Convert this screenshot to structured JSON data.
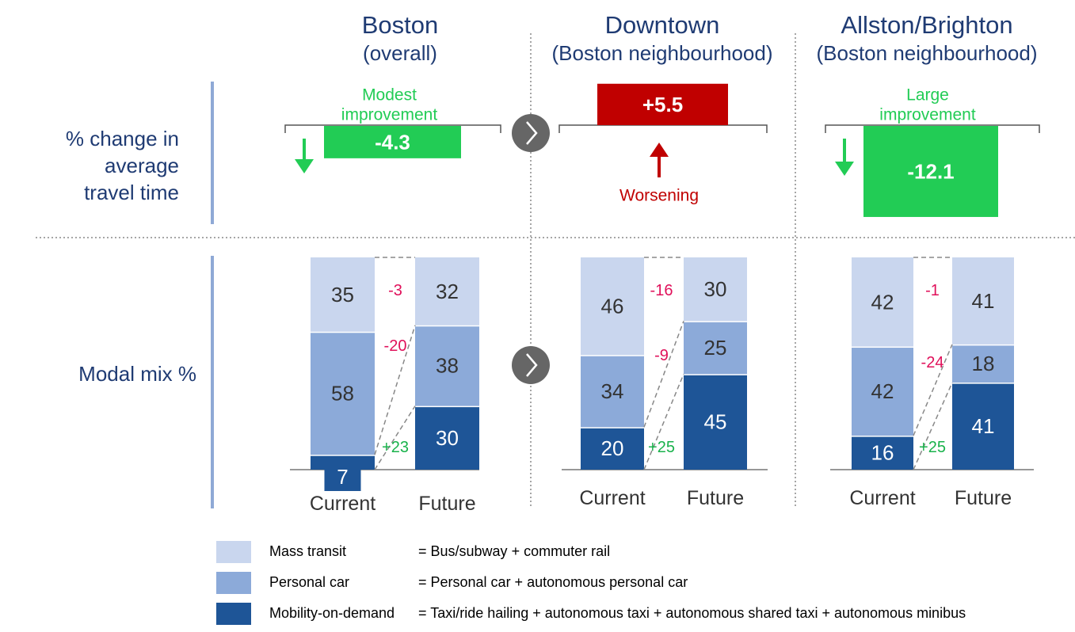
{
  "colors": {
    "mass_transit": "#c9d6ee",
    "personal_car": "#8caad9",
    "mobility_on_demand": "#1e5597",
    "improve": "#22cc55",
    "worsen": "#c00000",
    "navy": "#1f3b73",
    "delta_negative": "#e0105a",
    "delta_positive": "#19b24b"
  },
  "row_labels": {
    "travel_time": "% change in average travel time",
    "modal_mix": "Modal mix %"
  },
  "travel_time_lines": [
    "% change in",
    "average",
    "travel time"
  ],
  "legend": [
    {
      "key": "mass_transit",
      "name": "Mass transit",
      "definition": "= Bus/subway + commuter rail"
    },
    {
      "key": "personal_car",
      "name": "Personal car",
      "definition": "= Personal car + autonomous personal car"
    },
    {
      "key": "mobility_on_demand",
      "name": "Mobility-on-demand",
      "definition": "= Taxi/ride hailing  + autonomous taxi + autonomous shared taxi + autonomous minibus"
    }
  ],
  "chart_data": [
    {
      "type": "bar",
      "title": "Boston",
      "subtitle": "(overall)",
      "travel_time_change": -4.3,
      "travel_time_display": "-4.3",
      "travel_time_note": "Modest improvement",
      "travel_time_note_lines": [
        "Modest",
        "improvement"
      ],
      "categories": [
        "Current",
        "Future"
      ],
      "series": [
        {
          "name": "Mass transit",
          "values": [
            35,
            32
          ],
          "delta": "-3"
        },
        {
          "name": "Personal car",
          "values": [
            58,
            38
          ],
          "delta": "-20"
        },
        {
          "name": "Mobility-on-demand",
          "values": [
            7,
            30
          ],
          "delta": "+23"
        }
      ]
    },
    {
      "type": "bar",
      "title": "Downtown",
      "subtitle": "(Boston neighbourhood)",
      "travel_time_change": 5.5,
      "travel_time_display": "+5.5",
      "travel_time_note": "Worsening",
      "travel_time_note_lines": [
        "Worsening"
      ],
      "categories": [
        "Current",
        "Future"
      ],
      "series": [
        {
          "name": "Mass transit",
          "values": [
            46,
            30
          ],
          "delta": "-16"
        },
        {
          "name": "Personal car",
          "values": [
            34,
            25
          ],
          "delta": "-9"
        },
        {
          "name": "Mobility-on-demand",
          "values": [
            20,
            45
          ],
          "delta": "+25"
        }
      ]
    },
    {
      "type": "bar",
      "title": "Allston/Brighton",
      "subtitle": "(Boston neighbourhood)",
      "travel_time_change": -12.1,
      "travel_time_display": "-12.1",
      "travel_time_note": "Large improvement",
      "travel_time_note_lines": [
        "Large",
        "improvement"
      ],
      "categories": [
        "Current",
        "Future"
      ],
      "series": [
        {
          "name": "Mass transit",
          "values": [
            42,
            41
          ],
          "delta": "-1"
        },
        {
          "name": "Personal car",
          "values": [
            42,
            18
          ],
          "delta": "-24"
        },
        {
          "name": "Mobility-on-demand",
          "values": [
            16,
            41
          ],
          "delta": "+25"
        }
      ]
    }
  ]
}
